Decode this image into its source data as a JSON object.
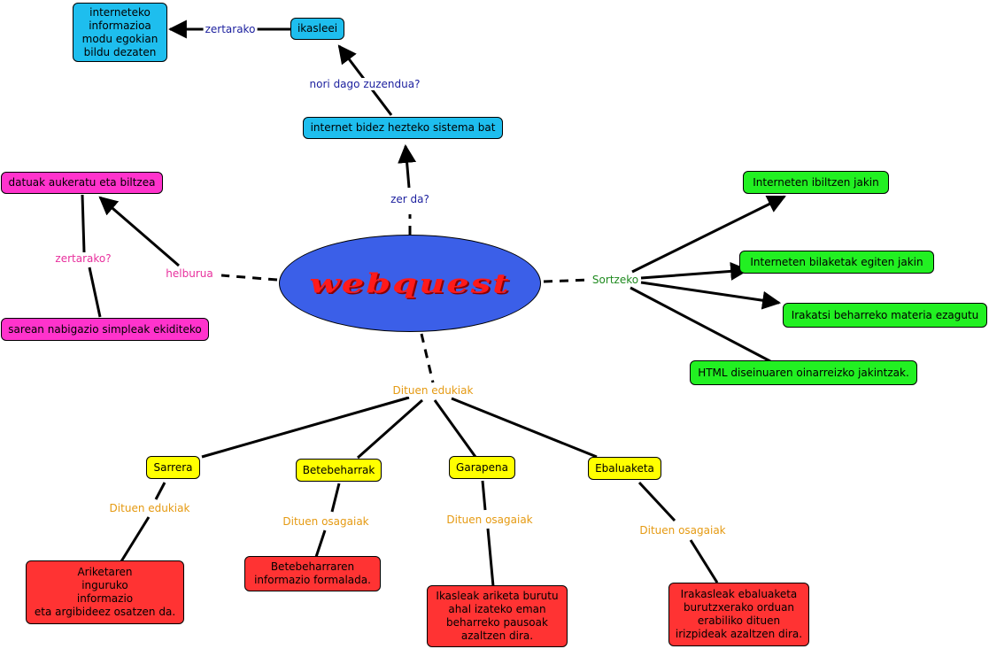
{
  "center": {
    "title": "webquest"
  },
  "nodes": {
    "interneteko": "interneteko\ninformazioa\nmodu egokian\nbildu dezaten",
    "ikasleei": "ikasleei",
    "sistema": "internet bidez hezteko sistema bat",
    "datuak": "datuak aukeratu eta biltzea",
    "sarean": "sarean nabigazio simpleak ekiditeko",
    "ibiltzen": "Interneten ibiltzen jakin",
    "bilaketak": "Interneten bilaketak egiten jakin",
    "irakatsi": "Irakatsi beharreko materia ezagutu",
    "html": "HTML diseinuaren oinarreizko jakintzak.",
    "sarrera": "Sarrera",
    "betebeharrak": "Betebeharrak",
    "garapena": "Garapena",
    "ebaluaketa": "Ebaluaketa",
    "ariketaren": "Ariketaren\ninguruko\ninformazio\neta argibideez osatzen da.",
    "betebeharraren": "Betebeharraren\ninformazio formalada.",
    "ikasleak": "Ikasleak ariketa burutu\nahal izateko eman\nbeharreko pausoak\nazaltzen dira.",
    "irakasleak": "Irakasleak  ebaluaketa\nburutzxerako orduan\nerabiliko dituen\nirizpideak azaltzen dira."
  },
  "labels": {
    "zertarako_top": "zertarako",
    "nori": "nori dago zuzendua?",
    "zer_da": "zer da?",
    "helburua": "helburua",
    "zertarako_q": "zertarako?",
    "sortzeko": "Sortzeko",
    "dituen_edukiak_main": "Dituen edukiak",
    "dituen_edukiak_sarrera": "Dituen edukiak",
    "osagaiak_betebeharrak": "Dituen osagaiak",
    "osagaiak_garapena": "Dituen osagaiak",
    "osagaiak_ebaluaketa": "Dituen osagaiak"
  },
  "colors": {
    "blue": "#1ebeee",
    "pink": "#ff33cc",
    "green": "#22f022",
    "yellow": "#ffff00",
    "red": "#ff3333",
    "ellipse": "#3b5fe8",
    "title": "#ff1a1a"
  }
}
